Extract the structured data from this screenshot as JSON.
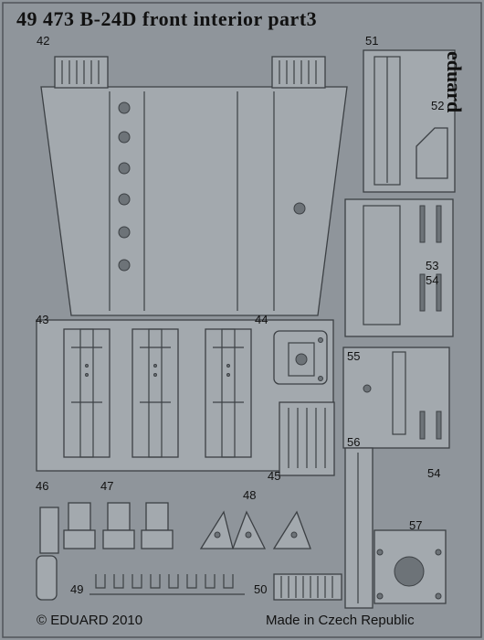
{
  "sheet": {
    "title": "49 473   B-24D front interior    part3",
    "brand": "eduard",
    "copyright": "© EDUARD 2010",
    "made_in": "Made in Czech Republic"
  },
  "part_numbers": {
    "n42": "42",
    "n43": "43",
    "n44": "44",
    "n45": "45",
    "n46": "46",
    "n47": "47",
    "n48": "48",
    "n49": "49",
    "n50": "50",
    "n51": "51",
    "n52": "52",
    "n53": "53",
    "n54a": "54",
    "n54b": "54",
    "n55": "55",
    "n56": "56",
    "n57": "57"
  },
  "colors": {
    "sheet": "#8f959b",
    "part": "#a3a9ae",
    "line": "#3c4044",
    "hole": "#6d7378"
  }
}
